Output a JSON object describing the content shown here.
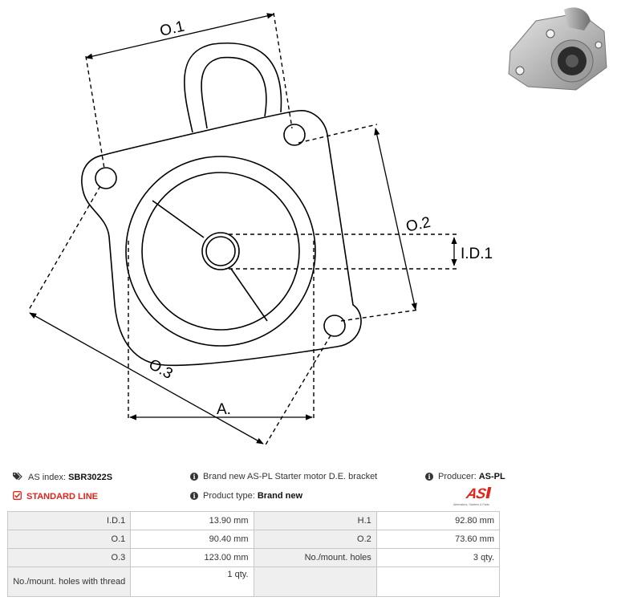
{
  "drawing": {
    "dim_labels": {
      "o1": "O.1",
      "o2": "O.2",
      "o3": "O.3",
      "a": "A.",
      "id1": "I.D.1"
    }
  },
  "info": {
    "as_index_label": "AS index:",
    "as_index_value": "SBR3022S",
    "description": "Brand new AS-PL Starter motor D.E. bracket",
    "producer_label": "Producer:",
    "producer_value": "AS-PL",
    "standard_line": "STANDARD LINE",
    "product_type_label": "Product type:",
    "product_type_value": "Brand new"
  },
  "logo": {
    "mark": "AS",
    "tagline": "Alternators, Starters & Parts",
    "color": "#e0251b"
  },
  "table": {
    "rows": [
      {
        "l1": "I.D.1",
        "v1": "13.90  mm",
        "l2": "H.1",
        "v2": "92.80  mm"
      },
      {
        "l1": "O.1",
        "v1": "90.40  mm",
        "l2": "O.2",
        "v2": "73.60  mm"
      },
      {
        "l1": "O.3",
        "v1": "123.00  mm",
        "l2": "No./mount. holes",
        "v2": "3 qty."
      },
      {
        "l1": "No./mount. holes with thread",
        "v1": "1 qty.",
        "l2": "",
        "v2": ""
      }
    ]
  },
  "icons": {
    "tags": "tags-icon",
    "info": "info-icon",
    "check": "checkbox-icon"
  }
}
